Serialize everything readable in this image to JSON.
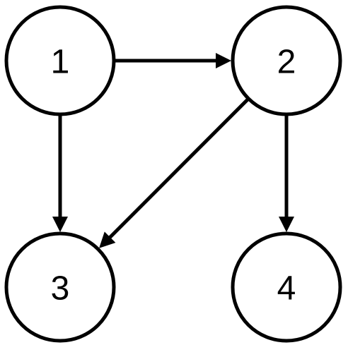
{
  "graph": {
    "directed": true,
    "nodes": [
      {
        "id": "1",
        "label": "1"
      },
      {
        "id": "2",
        "label": "2"
      },
      {
        "id": "3",
        "label": "3"
      },
      {
        "id": "4",
        "label": "4"
      }
    ],
    "edges": [
      {
        "from": "1",
        "to": "2"
      },
      {
        "from": "1",
        "to": "3"
      },
      {
        "from": "2",
        "to": "3"
      },
      {
        "from": "2",
        "to": "4"
      }
    ],
    "colors": {
      "stroke": "#000000",
      "fill": "#ffffff"
    }
  }
}
